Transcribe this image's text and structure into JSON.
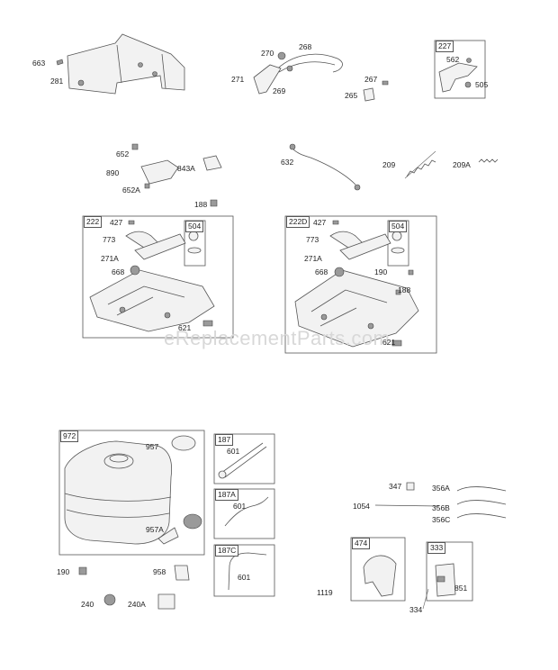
{
  "watermark": "eReplacementParts.com",
  "callouts": {
    "c663": "663",
    "c281": "281",
    "c270": "270",
    "c268": "268",
    "c271": "271",
    "c269": "269",
    "c267": "267",
    "c265": "265",
    "c562": "562",
    "c505": "505",
    "c652": "652",
    "c890": "890",
    "c843A": "843A",
    "c652A": "652A",
    "c188a": "188",
    "c632": "632",
    "c209": "209",
    "c209A": "209A",
    "c427a": "427",
    "c773a": "773",
    "c271Aa": "271A",
    "c668a": "668",
    "c621a": "621",
    "c427b": "427",
    "c773b": "773",
    "c271Ab": "271A",
    "c668b": "668",
    "c190a": "190",
    "c188b": "188",
    "c621b": "621",
    "c957": "957",
    "c957A": "957A",
    "c190b": "190",
    "c958": "958",
    "c240": "240",
    "c240A": "240A",
    "c601a": "601",
    "c601b": "601",
    "c601c": "601",
    "c347": "347",
    "c356A": "356A",
    "c1054": "1054",
    "c356B": "356B",
    "c356C": "356C",
    "c1119": "1119",
    "c851": "851",
    "c334": "334"
  },
  "kits": {
    "k227": "227",
    "k222": "222",
    "k504a": "504",
    "k222D": "222D",
    "k504b": "504",
    "k972": "972",
    "k187": "187",
    "k187A": "187A",
    "k187C": "187C",
    "k474": "474",
    "k333": "333"
  }
}
